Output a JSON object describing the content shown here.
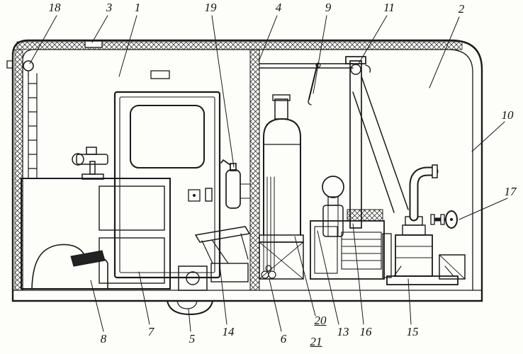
{
  "figure": {
    "callouts": [
      {
        "text": "18",
        "underlined": false
      },
      {
        "text": "3",
        "underlined": false
      },
      {
        "text": "1",
        "underlined": false
      },
      {
        "text": "19",
        "underlined": false
      },
      {
        "text": "4",
        "underlined": false
      },
      {
        "text": "9",
        "underlined": false
      },
      {
        "text": "11",
        "underlined": false
      },
      {
        "text": "2",
        "underlined": false
      },
      {
        "text": "10",
        "underlined": false
      },
      {
        "text": "17",
        "underlined": false
      },
      {
        "text": "8",
        "underlined": false
      },
      {
        "text": "7",
        "underlined": false
      },
      {
        "text": "5",
        "underlined": false
      },
      {
        "text": "14",
        "underlined": false
      },
      {
        "text": "6",
        "underlined": false
      },
      {
        "text": "20",
        "underlined": true
      },
      {
        "text": "21",
        "underlined": true
      },
      {
        "text": "13",
        "underlined": false
      },
      {
        "text": "16",
        "underlined": false
      },
      {
        "text": "15",
        "underlined": false
      }
    ]
  }
}
